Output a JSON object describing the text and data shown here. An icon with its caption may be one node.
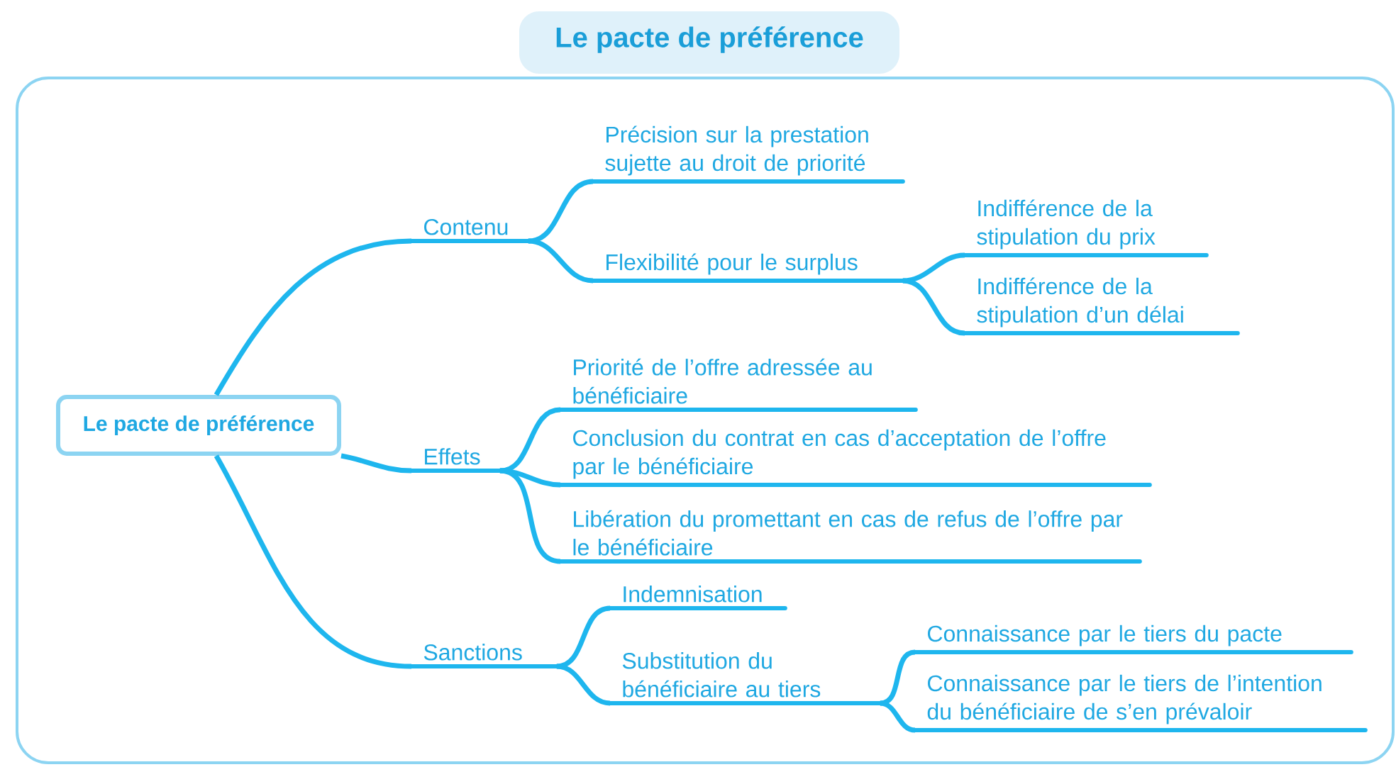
{
  "diagram": {
    "title": "Le pacte de préférence",
    "nodes": [
      {
        "text": [
          "Le pacte de préférence"
        ]
      },
      {
        "text": [
          "Contenu"
        ]
      },
      {
        "text": [
          "Précision sur la prestation sujette au droit de priorité"
        ]
      },
      {
        "text": [
          "Flexibilité pour le surplus"
        ]
      },
      {
        "text": [
          "Indifférence de la stipulation du prix"
        ]
      },
      {
        "text": [
          "Indifférence de la stipulation d’un délai"
        ]
      },
      {
        "text": [
          "Effets"
        ]
      },
      {
        "text": [
          "Priorité de l’offre adressée au bénéficiaire"
        ]
      },
      {
        "text": [
          "Conclusion du contrat en cas d’acceptation de l’offre par le bénéficiaire"
        ]
      },
      {
        "text": [
          "Libération du promettant en cas de refus de l’offre par le bénéficiaire"
        ]
      },
      {
        "text": [
          "Sanctions"
        ]
      },
      {
        "text": [
          "Indemnisation"
        ]
      },
      {
        "text": [
          "Substitution du bénéficiaire au tiers"
        ]
      },
      {
        "text": [
          "Connaissance par le tiers du pacte"
        ]
      },
      {
        "text": [
          "Connaissance par le tiers de l’intention du bénéficiaire de s’en prévaloir"
        ]
      }
    ],
    "edges": [
      {
        "from": 0,
        "to": 1,
        "arrow": "none"
      },
      {
        "from": 0,
        "to": 6,
        "arrow": "none"
      },
      {
        "from": 0,
        "to": 10,
        "arrow": "none"
      },
      {
        "from": 1,
        "to": 2,
        "arrow": "none"
      },
      {
        "from": 1,
        "to": 3,
        "arrow": "none"
      },
      {
        "from": 3,
        "to": 4,
        "arrow": "none"
      },
      {
        "from": 3,
        "to": 5,
        "arrow": "none"
      },
      {
        "from": 6,
        "to": 7,
        "arrow": "none"
      },
      {
        "from": 6,
        "to": 8,
        "arrow": "none"
      },
      {
        "from": 6,
        "to": 9,
        "arrow": "none"
      },
      {
        "from": 10,
        "to": 11,
        "arrow": "none"
      },
      {
        "from": 10,
        "to": 12,
        "arrow": "none"
      },
      {
        "from": 12,
        "to": 13,
        "arrow": "none"
      },
      {
        "from": 12,
        "to": 14,
        "arrow": "none"
      }
    ]
  }
}
